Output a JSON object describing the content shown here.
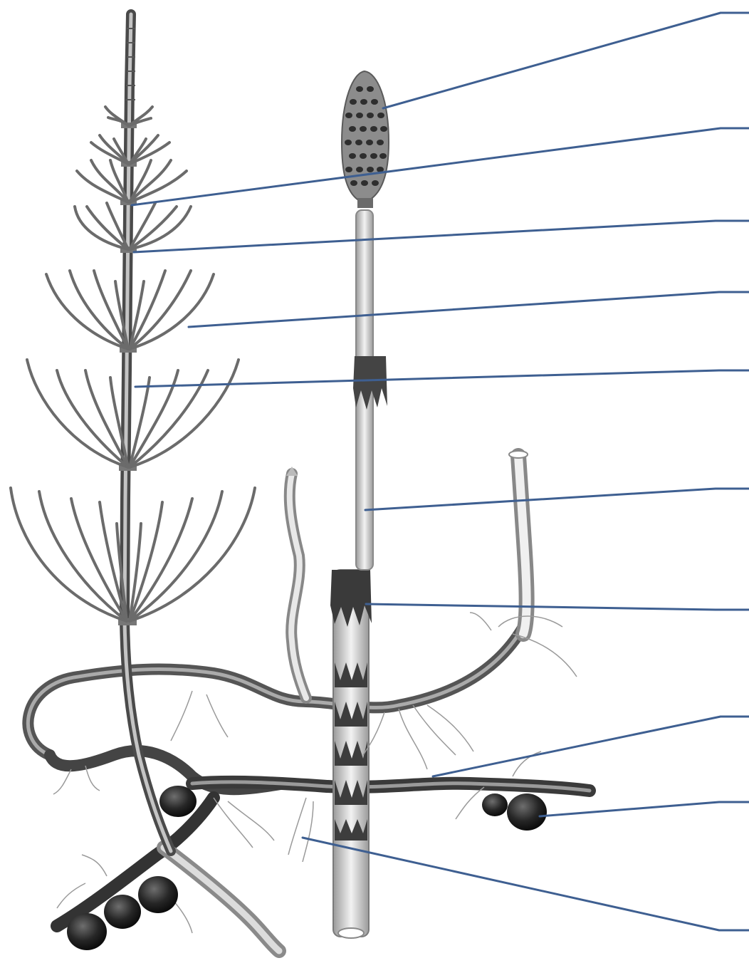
{
  "diagram": {
    "subject": "horsetail-plant",
    "line_color": "#3e5f91",
    "callouts": [
      {
        "id": "callout-1",
        "target": "strobilus-cone"
      },
      {
        "id": "callout-2",
        "target": "node-upper"
      },
      {
        "id": "callout-3",
        "target": "node-second"
      },
      {
        "id": "callout-4",
        "target": "lateral-branch"
      },
      {
        "id": "callout-5",
        "target": "internode"
      },
      {
        "id": "callout-6",
        "target": "fertile-stem"
      },
      {
        "id": "callout-7",
        "target": "leaf-sheath"
      },
      {
        "id": "callout-8",
        "target": "rhizome"
      },
      {
        "id": "callout-9",
        "target": "tuber"
      },
      {
        "id": "callout-10",
        "target": "roots"
      }
    ]
  }
}
